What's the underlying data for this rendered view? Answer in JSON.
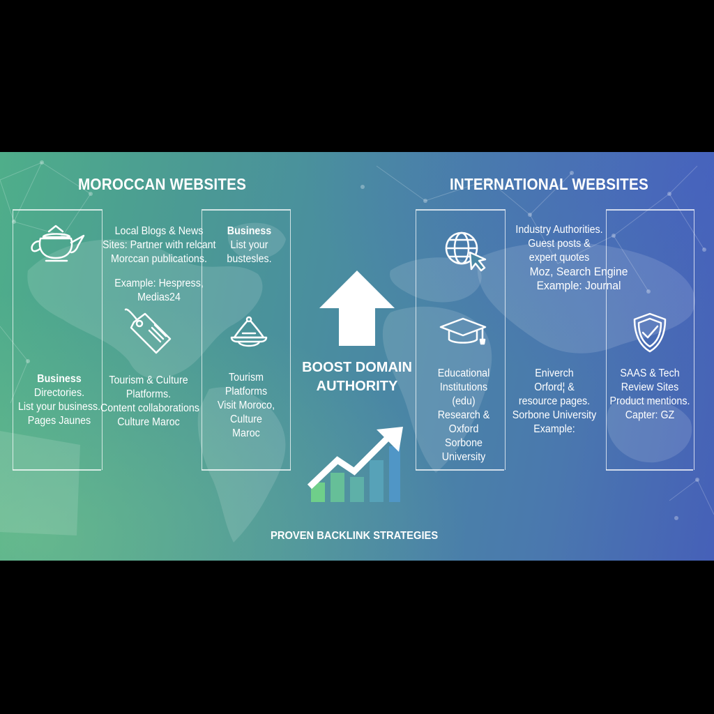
{
  "titles": {
    "left": "MOROCCAN WEBSITES",
    "right": "INTERNATIONAL WEBSITES",
    "center": [
      "BOOST DOMAIN",
      "AUTHORITY"
    ],
    "bottom": "PROVEN BACKLINK STRATEGIES"
  },
  "left": {
    "local_blogs": [
      "Local Blogs & News",
      "Sites: Partner with relcant",
      "Morccan publications.",
      "",
      "Example: Hespress,",
      "Medias24"
    ],
    "business_list": [
      "Business",
      "List your",
      "bustesles."
    ],
    "business_directories": [
      "Business",
      "Directories.",
      "List your business.",
      "Pages Jaunes"
    ],
    "tourism_culture": [
      "Tourism & Culture",
      "Platforms.",
      "Content collaborations",
      "Culture Maroc"
    ],
    "tourism_platforms": [
      "Tourism",
      "Platforms",
      "Visit Moroco,",
      "Culture",
      "Maroc"
    ]
  },
  "right": {
    "industry": [
      "Industry Authorities.",
      "Guest posts &",
      "expert quotes",
      "Moz, Search Engine",
      "Example:  Journal"
    ],
    "educational": [
      "Educational",
      "Institutions",
      "(edu)",
      "Research &",
      "Oxford",
      "Sorbone",
      "University"
    ],
    "univerch": [
      "Eniverch",
      "Orford¦ &",
      "resource pages.",
      "Sorbone University",
      "Example:"
    ],
    "saas": [
      "SAAS & Tech",
      "Review Sites",
      "Product mentions.",
      "Capter: GZ"
    ]
  },
  "icons": [
    "teapot-icon",
    "price-tag-icon",
    "tagine-icon",
    "globe-cursor-icon",
    "graduation-cap-icon",
    "shield-check-icon",
    "up-arrow-icon",
    "growth-chart-icon"
  ],
  "colors": {
    "accent_green": "#4fae8a",
    "accent_blue": "#4660b8",
    "text": "#ffffff"
  }
}
